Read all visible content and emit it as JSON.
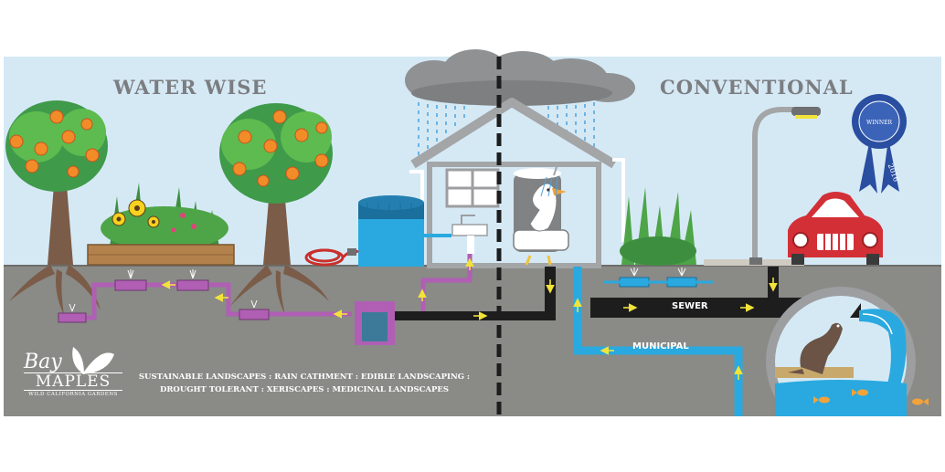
{
  "headings": {
    "left": "WATER WISE",
    "right": "CONVENTIONAL"
  },
  "pipe_labels": {
    "sewer": "SEWER",
    "municipal": "MUNICIPAL"
  },
  "caption": {
    "line1": "SUSTAINABLE LANDSCAPES : RAIN CATHMENT : EDIBLE LANDSCAPING :",
    "line2": "DROUGHT TOLERANT : XERISCAPES : MEDICINAL LANDSCAPES"
  },
  "logo": {
    "line1": "Bay",
    "line2": "MAPLES",
    "line3": "WILD CALIFORNIA GARDENS"
  },
  "ribbon": {
    "text": "WINNER",
    "year": "2016"
  },
  "colors": {
    "sky": "#d5e9f5",
    "ground": "#8a8a87",
    "sewer": "#1d1d1d",
    "municipal": "#29a9df",
    "greywater": "#b05fb4",
    "cistern": "#29a9df",
    "car": "#d32f37",
    "arrow": "#f2e33a",
    "ribbon": "#2a4ea0"
  },
  "icons": [
    "cloud-icon",
    "rain-icon",
    "orange-tree-icon",
    "flower-bed-icon",
    "house-icon",
    "water-tank-icon",
    "hose-icon",
    "sink-icon",
    "shower-bird-icon",
    "car-icon",
    "street-lamp-icon",
    "award-ribbon-icon",
    "sea-lion-icon",
    "fish-icon",
    "leaf-icon"
  ]
}
